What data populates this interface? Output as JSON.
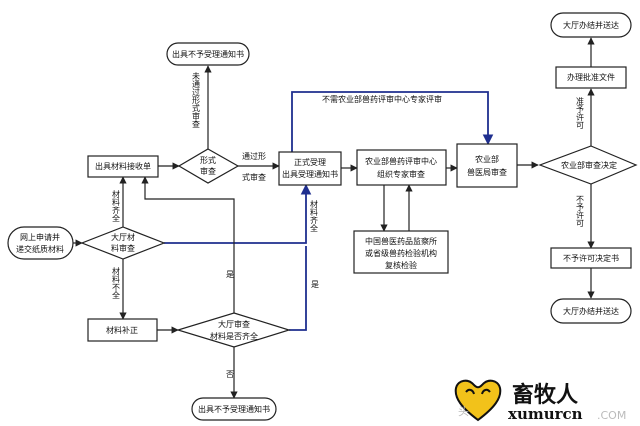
{
  "nodes": {
    "online_apply": [
      "网上申请并",
      "递交纸质材料"
    ],
    "hall_review": [
      "大厅材",
      "料审查"
    ],
    "receipt": "出具材料接收单",
    "form_review": [
      "形式",
      "审查"
    ],
    "reject_top": "出具不予受理通知书",
    "formal_accept": [
      "正式受理",
      "出具受理通知书"
    ],
    "expert_review": [
      "农业部兽药评审中心",
      "组织专家审查"
    ],
    "vet_bureau": [
      "农业部",
      "兽医局审查"
    ],
    "ministry_decision": "农业部审查决定",
    "approval_doc": "办理批准文件",
    "done_top": "大厅办结并送达",
    "not_permit_doc": "不予许可决定书",
    "done_bottom": "大厅办结并送达",
    "lab_check": [
      "中国兽医药品监察所",
      "或省级兽药检验机构",
      "复核检验"
    ],
    "supplement": "材料补正",
    "complete_check": [
      "大厅审查",
      "材料是否齐全"
    ],
    "reject_bottom": "出具不予受理通知书"
  },
  "labels": {
    "fail_form": "未通过形式审查",
    "pass_form": [
      "通过形",
      "式审查"
    ],
    "materials_ok_left": "材料齐全",
    "materials_missing": "材料不全",
    "materials_ok_right": "材料齐全",
    "yes_mid": "是",
    "yes_right": "是",
    "no_bottom": "否",
    "skip_expert": "不需农业部兽药评审中心专家评审",
    "permit": "准予许可",
    "not_permit": "不予许可"
  },
  "watermark": {
    "cn": "畜牧人",
    "en": "xumurcn",
    "dom": ".COM"
  }
}
